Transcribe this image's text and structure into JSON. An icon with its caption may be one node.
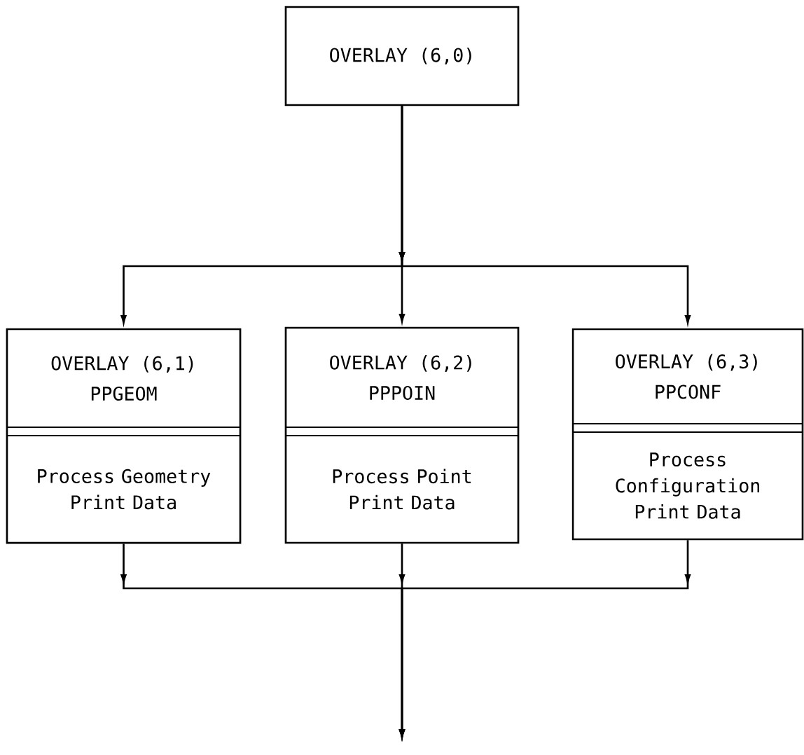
{
  "diagram": {
    "nodes": [
      {
        "text": [
          "OVERLAY (6,0)"
        ]
      },
      {
        "text": [
          "OVERLAY (6,1)",
          "PPGEOM",
          "Process Geometry Print Data"
        ]
      },
      {
        "text": [
          "OVERLAY (6,2)",
          "PPPOIN",
          "Process Point Print Data"
        ]
      },
      {
        "text": [
          "OVERLAY (6,3)",
          "PPCONF",
          "Process Configuration Print Data"
        ]
      }
    ],
    "edges": [
      {
        "from": 0,
        "to": 1,
        "arrow": "to"
      },
      {
        "from": 0,
        "to": 2,
        "arrow": "to"
      },
      {
        "from": 0,
        "to": 3,
        "arrow": "to"
      },
      {
        "from": 1,
        "to": null,
        "arrow": "to"
      },
      {
        "from": 2,
        "to": null,
        "arrow": "to"
      },
      {
        "from": 3,
        "to": null,
        "arrow": "to"
      }
    ]
  }
}
